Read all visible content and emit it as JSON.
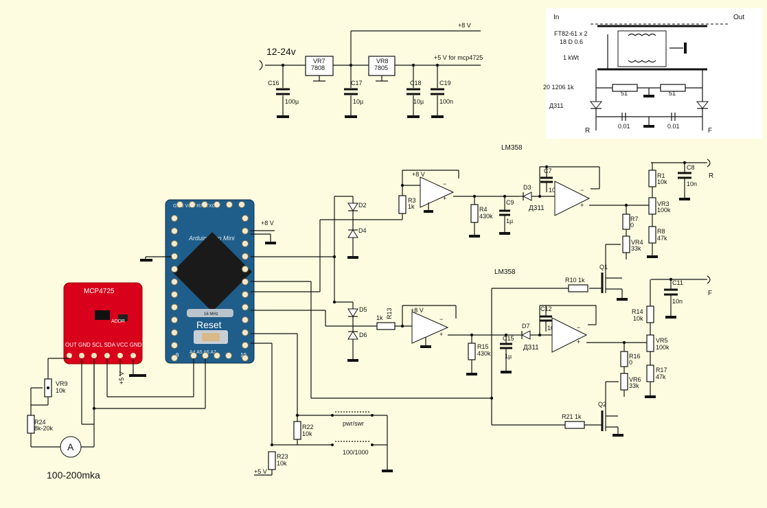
{
  "power": {
    "input": "12-24v",
    "vr7_name": "VR7",
    "vr7_part": "7808",
    "vr8_name": "VR8",
    "vr8_part": "7805",
    "rail8": "+8 V",
    "rail5": "+5 V for mcp4725",
    "c16": "C16",
    "c16v": "100µ",
    "c17": "C17",
    "c17v": "10µ",
    "c18": "C18",
    "c18v": "10µ",
    "c19": "C19",
    "c19v": "100n"
  },
  "coupler": {
    "in": "In",
    "out": "Out",
    "core": "FT82-61 x 2",
    "wire": "18  D 0.6",
    "power": "1 kWt",
    "res": "20 1206 1k",
    "r1": "51",
    "r2": "51",
    "diode": "Д311",
    "c1": "0.01",
    "c2": "0.01",
    "r_out": "R",
    "f_out": "F"
  },
  "arduino": {
    "name": "Arduino Pro Mini",
    "top_pins": "GND VCC RXI TXO",
    "chip": "16 MHz",
    "reset": "Reset",
    "analog": "A4  A5  A6  A7",
    "pins_left": "9",
    "pins_right": "10",
    "vcc_label": "+8 V"
  },
  "mcp": {
    "name": "MCP4725",
    "addr": "ADDR",
    "pins": "OUT GND SCL SDA VCC GND"
  },
  "meter": {
    "vr9": "VR9",
    "vr9v": "10k",
    "r24": "R24",
    "r24v": "8k-20k",
    "symbol": "A",
    "range": "100-200mka",
    "plus5v": "+5 V"
  },
  "channel_r": {
    "opamp": "LM358",
    "d2": "D2",
    "d4": "D4",
    "r3": "R3",
    "r3v": "1k",
    "op1_vcc": "+8 V",
    "r4": "R4",
    "r4v": "430k",
    "c9": "C9",
    "c9v": "1µ",
    "d3": "D3",
    "d3part": "Д311",
    "c7": "C7",
    "c7v": "10n",
    "input": "R",
    "r1": "R1",
    "r1v": "10k",
    "vr3": "VR3",
    "vr3v": "100k",
    "r8": "R8",
    "r8v": "47k",
    "c8": "C8",
    "c8v": "10n",
    "r7": "R7",
    "r7v": "0",
    "vr4": "VR4",
    "vr4v": "33k",
    "q1": "Q1",
    "r10": "R10  1k"
  },
  "channel_f": {
    "opamp": "LM358",
    "d5": "D5",
    "d6": "D6",
    "r13": "1k",
    "r13n": "R13",
    "op1_vcc": "+8 V",
    "r15": "R15",
    "r15v": "430k",
    "c15": "C15",
    "c15v": "1µ",
    "d7": "D7",
    "d7part": "Д311",
    "c12": "C12",
    "c12v": "10n",
    "input": "F",
    "r14": "R14",
    "r14v": "10k",
    "vr5": "VR5",
    "vr5v": "100k",
    "r17": "R17",
    "r17v": "47k",
    "c11": "C11",
    "c11v": "10n",
    "r16": "R16",
    "r16v": "0",
    "vr6": "VR6",
    "vr6v": "33k",
    "q2": "Q2",
    "r21": "R21  1k"
  },
  "switch": {
    "mode": "pwr/swr",
    "range": "100/1000",
    "r22": "R22",
    "r22v": "10k",
    "r23": "R23",
    "r23v": "10k",
    "supply": "+5 V"
  }
}
